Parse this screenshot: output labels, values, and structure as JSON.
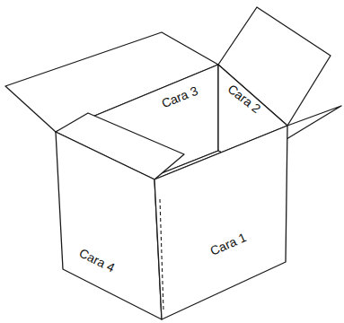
{
  "diagram": {
    "labels": [
      "Cara 3",
      "Cara 2",
      "Cara 4",
      "Cara 1"
    ]
  }
}
